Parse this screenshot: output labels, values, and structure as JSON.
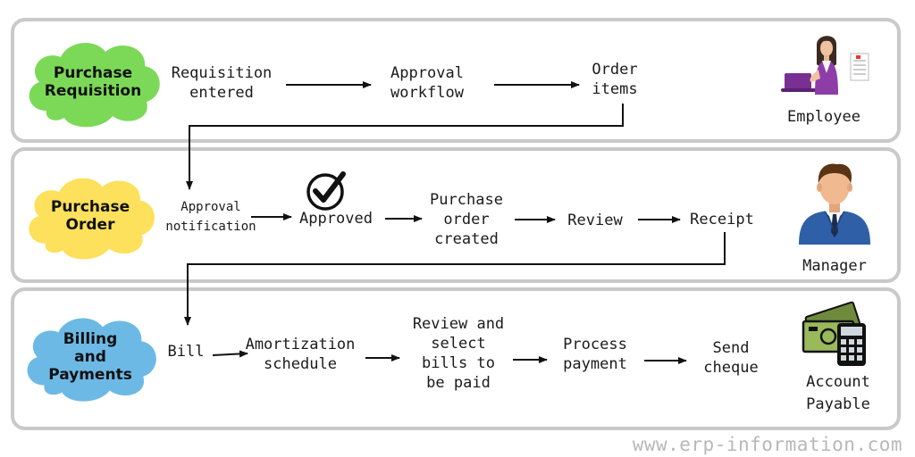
{
  "lanes": [
    {
      "stage": "Purchase\nRequisition",
      "stage_color": "#7bd957",
      "steps": [
        "Requisition\nentered",
        "Approval\nworkflow",
        "Order\nitems"
      ],
      "role": "Employee",
      "icon": "employee-icon"
    },
    {
      "stage": "Purchase\nOrder",
      "stage_color": "#fde05b",
      "steps": [
        "Approval\nnotification",
        "Approved",
        "Purchase\norder\ncreated",
        "Review",
        "Receipt"
      ],
      "role": "Manager",
      "icon": "manager-icon"
    },
    {
      "stage": "Billing\nand\nPayments",
      "stage_color": "#6cb9e6",
      "steps": [
        "Bill",
        "Amortization\nschedule",
        "Review and\nselect\nbills to\nbe paid",
        "Process\npayment",
        "Send\ncheque"
      ],
      "role": "Account\nPayable",
      "icon": "cash-calculator-icon"
    }
  ],
  "approved_icon": "checkmark-circle-icon",
  "watermark": "www.erp-information.com"
}
